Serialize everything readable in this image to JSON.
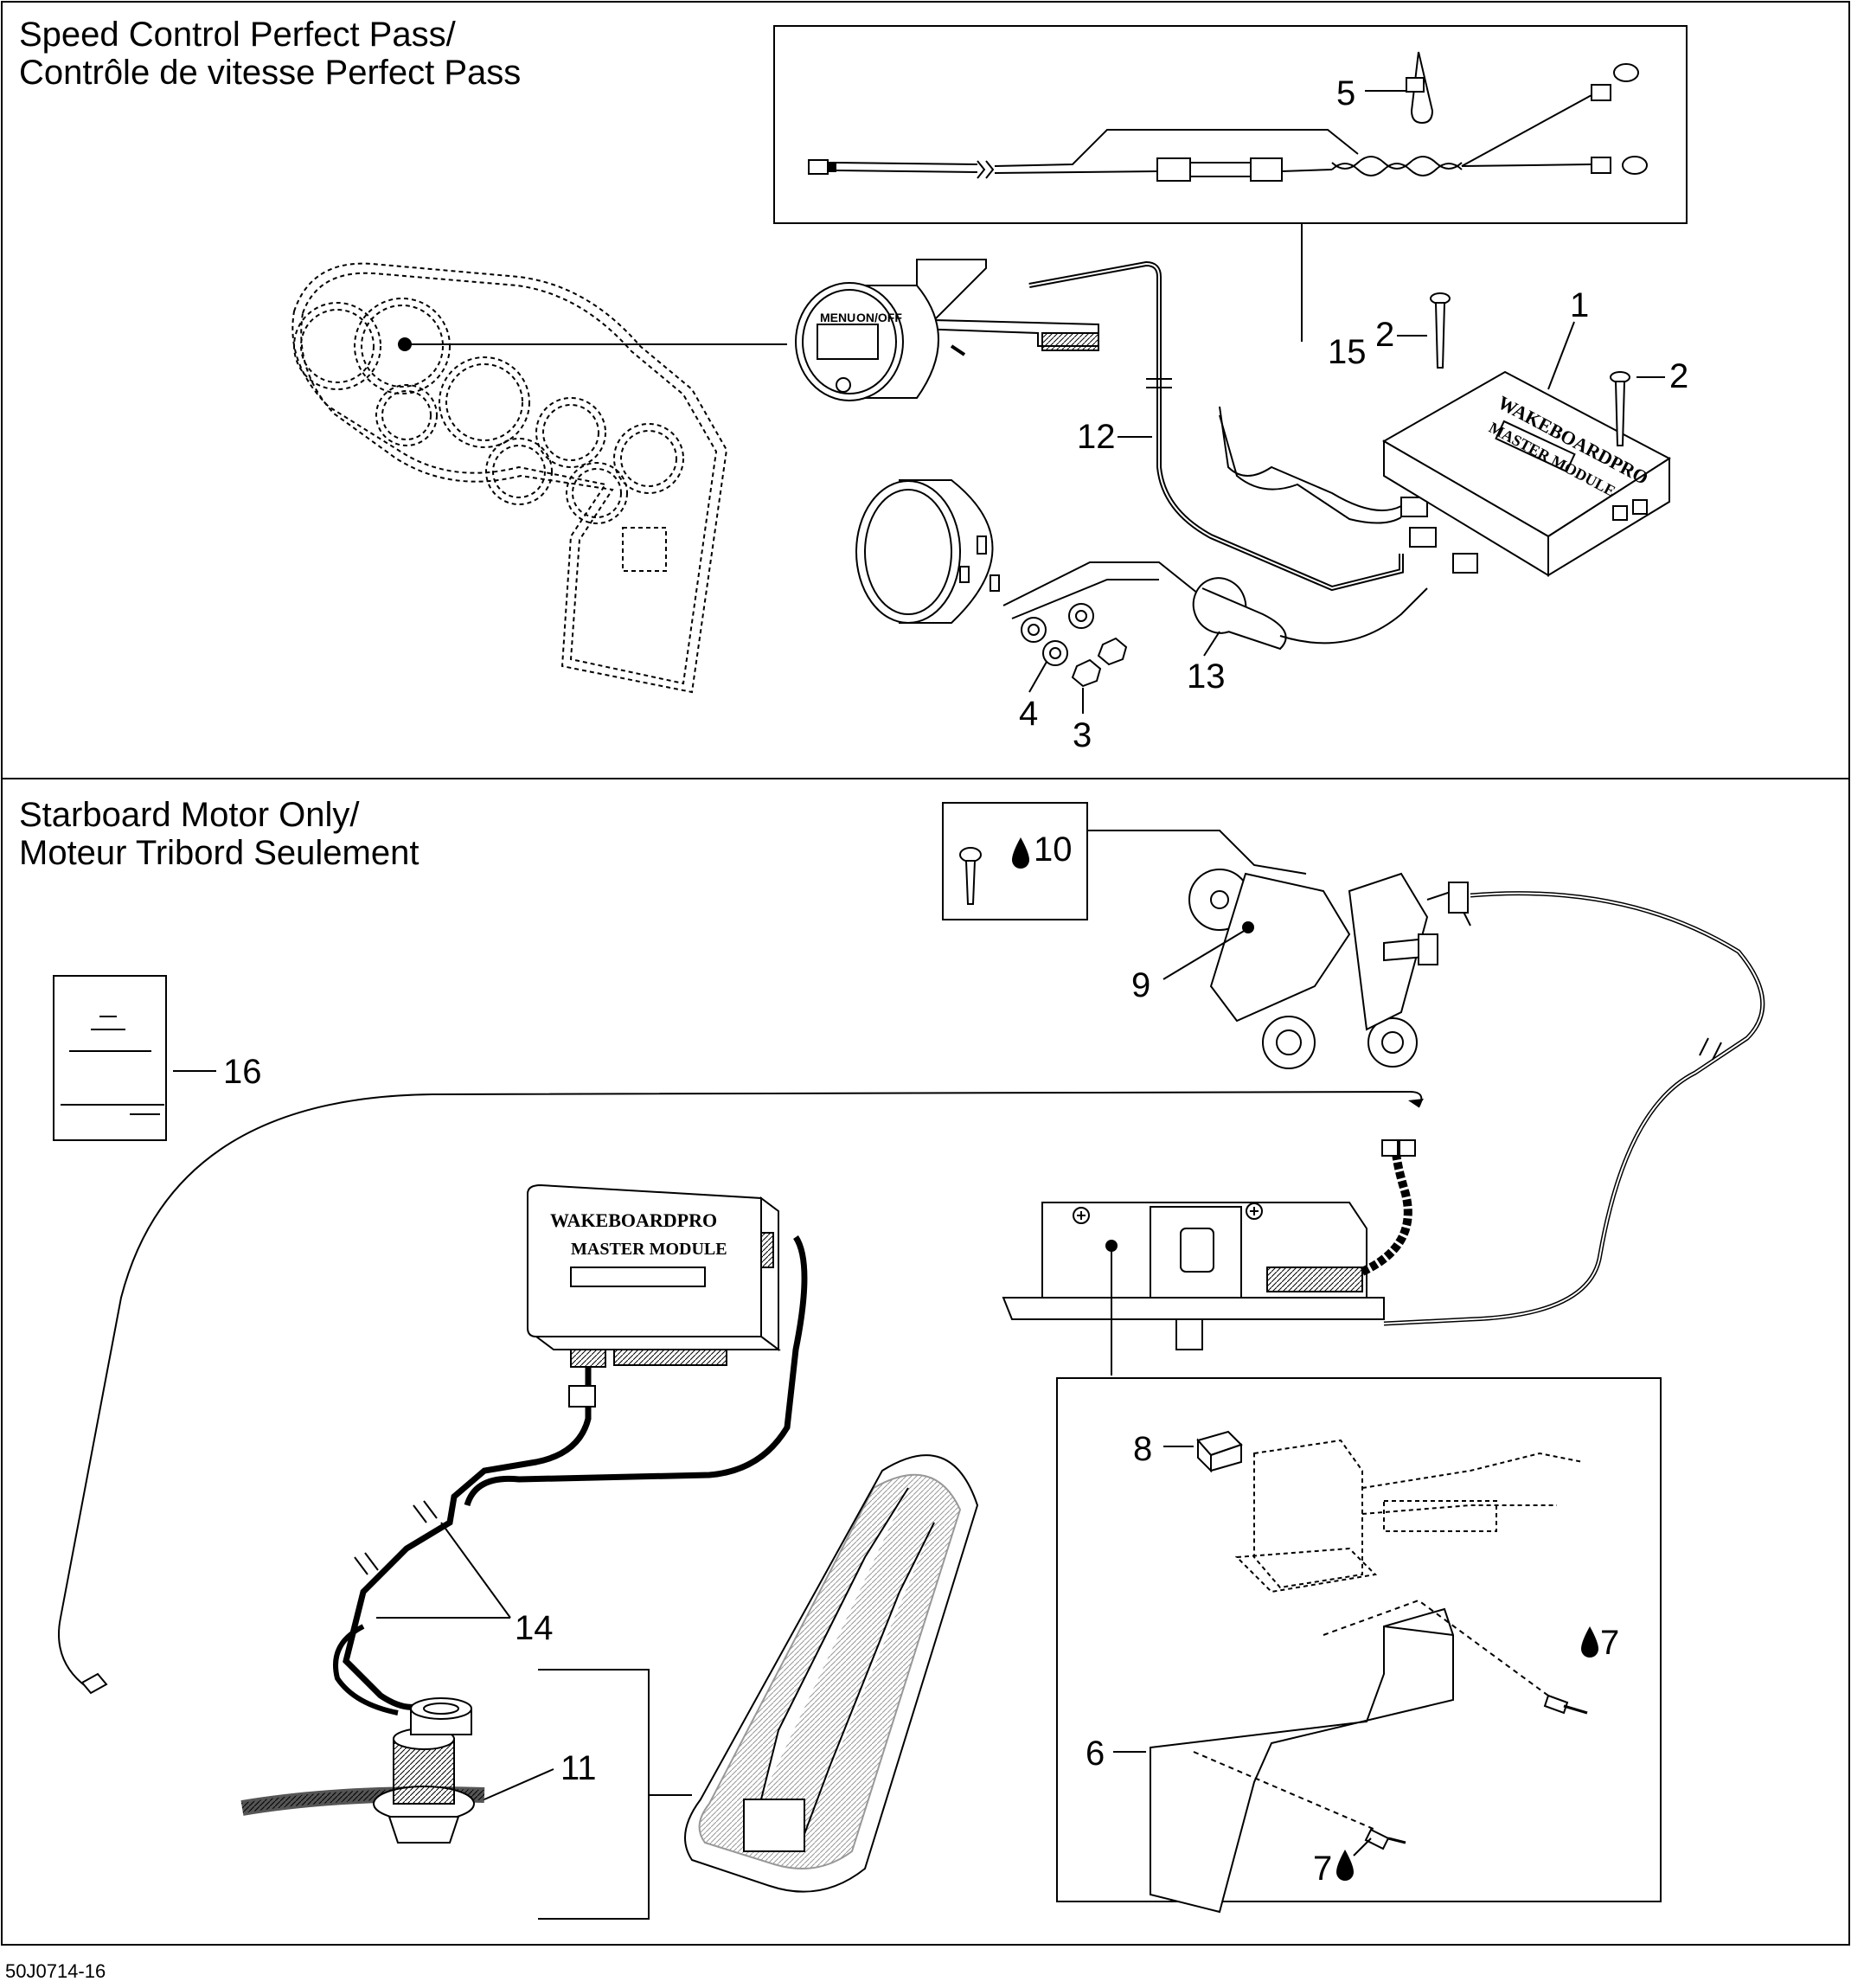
{
  "section_top": {
    "title_line1": "Speed Control Perfect Pass/",
    "title_line2": "Contrôle de vitesse Perfect Pass"
  },
  "section_bottom": {
    "title_line1": "Starboard Motor Only/",
    "title_line2": "Moteur Tribord Seulement"
  },
  "diagram_code": "50J0714-16",
  "callouts": {
    "c1": "1",
    "c2a": "2",
    "c2b": "2",
    "c3": "3",
    "c4": "4",
    "c5": "5",
    "c6": "6",
    "c7a": "7",
    "c7b": "7",
    "c8": "8",
    "c9": "9",
    "c10": "10",
    "c11": "11",
    "c12": "12",
    "c13": "13",
    "c14": "14",
    "c15": "15",
    "c16": "16"
  },
  "module_labels": {
    "brand": "WAKEBOARDPRO",
    "model": "MASTER MODULE",
    "display_menu": "MENU",
    "display_onoff": "ON/OFF"
  },
  "icons": {
    "lubricant": "drop-icon"
  }
}
